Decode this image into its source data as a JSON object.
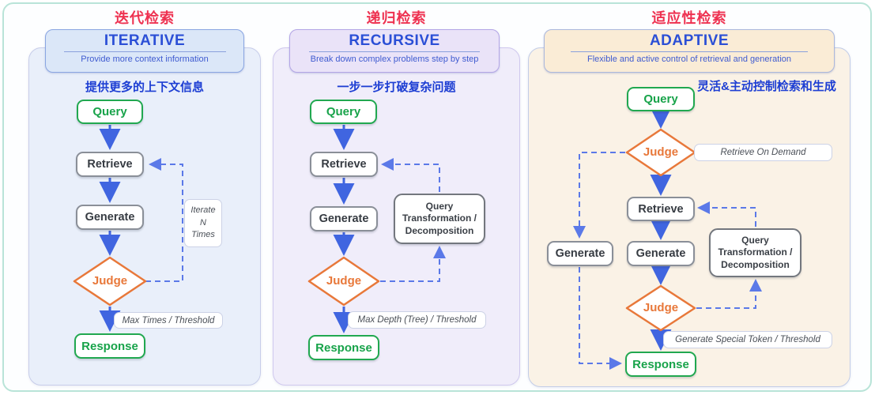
{
  "figure": {
    "columns": [
      {
        "heading_zh": "迭代检索",
        "card": {
          "title": "ITERATIVE",
          "subtitle": "Provide more context information"
        },
        "caption_zh": "提供更多的上下文信息",
        "nodes": {
          "query": "Query",
          "retrieve": "Retrieve",
          "generate": "Generate",
          "judge": "Judge",
          "response": "Response"
        },
        "iterate_note": [
          "Iterate",
          "N",
          "Times"
        ],
        "threshold_note": "Max Times / Threshold"
      },
      {
        "heading_zh": "递归检索",
        "card": {
          "title": "RECURSIVE",
          "subtitle": "Break down complex problems step by step"
        },
        "caption_zh": "一步一步打破复杂问题",
        "nodes": {
          "query": "Query",
          "retrieve": "Retrieve",
          "generate": "Generate",
          "judge": "Judge",
          "response": "Response"
        },
        "transform_box": [
          "Query",
          "Transformation /",
          "Decomposition"
        ],
        "threshold_note": "Max Depth (Tree) / Threshold"
      },
      {
        "heading_zh": "适应性检索",
        "card": {
          "title": "ADAPTIVE",
          "subtitle": "Flexible and active control of retrieval and generation"
        },
        "caption_zh": "灵活&主动控制检索和生成",
        "nodes": {
          "query": "Query",
          "judge_top": "Judge",
          "retrieve": "Retrieve",
          "generate_main": "Generate",
          "generate_side": "Generate",
          "judge_bottom": "Judge",
          "response": "Response"
        },
        "retrieve_note": "Retrieve On Demand",
        "transform_box": [
          "Query",
          "Transformation /",
          "Decomposition"
        ],
        "threshold_note": "Generate Special Token / Threshold"
      }
    ],
    "colors": {
      "frame_border": "#b9e4d8",
      "heading_red": "#ee3150",
      "title_blue": "#2b4fd6",
      "caption_blue": "#1d3ed3",
      "node_green": "#21a850",
      "node_gray": "#8a8f98",
      "judge_orange": "#e8783a",
      "arrow_blue": "#4065e0",
      "dashed_blue": "#5b79e8",
      "panel_iterative_bg": "#e9effa",
      "panel_recursive_bg": "#f0edfa",
      "panel_adaptive_bg": "#faf2e6"
    }
  }
}
